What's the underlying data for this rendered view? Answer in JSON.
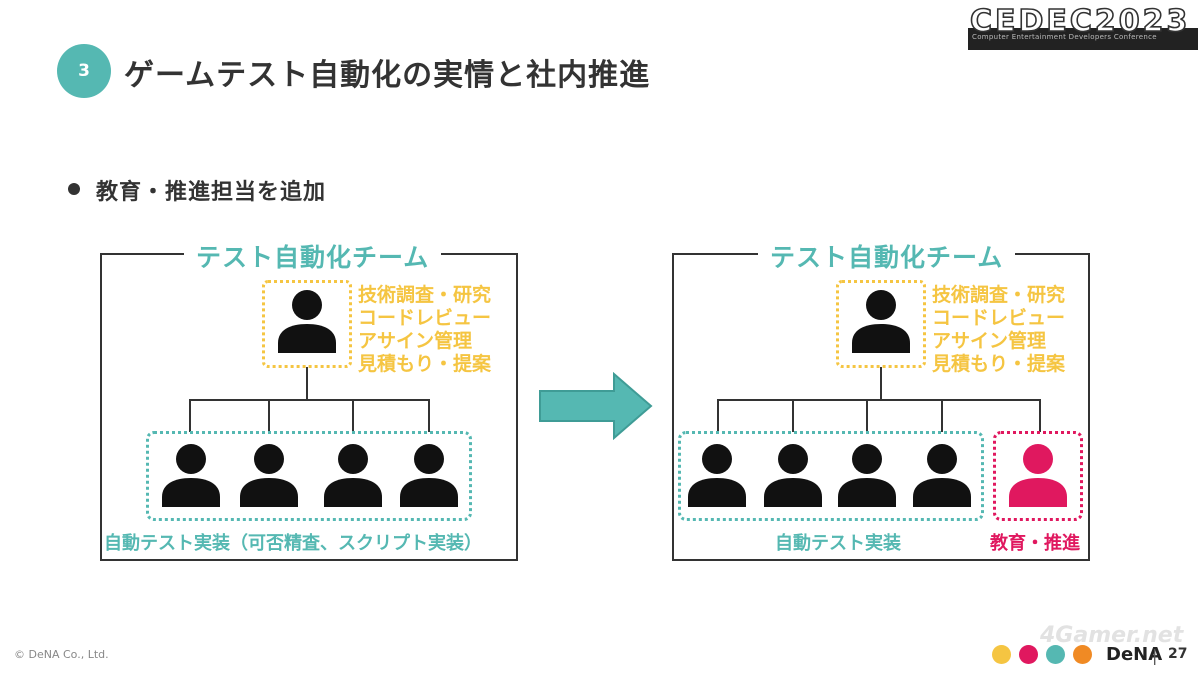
{
  "colors": {
    "teal": "#55b8b2",
    "yellow": "#f5c542",
    "pink": "#e0185f",
    "black": "#111111",
    "footer_dots": [
      "#f5c542",
      "#e0185f",
      "#55b8b2",
      "#f08a24"
    ]
  },
  "header": {
    "badge_number": "3",
    "title": "ゲームテスト自動化の実情と社内推進",
    "event_logo": "CEDEC2023",
    "event_logo_subtitle": "Computer Entertainment Developers Conference"
  },
  "bullet": {
    "text": "教育・推進担当を追加"
  },
  "diagram_before": {
    "team_title": "テスト自動化チーム",
    "leader_duties": [
      "技術調査・研究",
      "コードレビュー",
      "アサイン管理",
      "見積もり・提案"
    ],
    "member_count": 4,
    "member_caption": "自動テスト実装（可否精査、スクリプト実装）"
  },
  "arrow": {
    "icon": "right-arrow-icon"
  },
  "diagram_after": {
    "team_title": "テスト自動化チーム",
    "leader_duties": [
      "技術調査・研究",
      "コードレビュー",
      "アサイン管理",
      "見積もり・提案"
    ],
    "member_count": 4,
    "member_caption": "自動テスト実装",
    "new_role_caption": "教育・推進"
  },
  "footer": {
    "copyright": "© DeNA Co., Ltd.",
    "brand": "DeNA",
    "separator": "|",
    "page_number": "27",
    "watermark": "4Gamer.net"
  }
}
